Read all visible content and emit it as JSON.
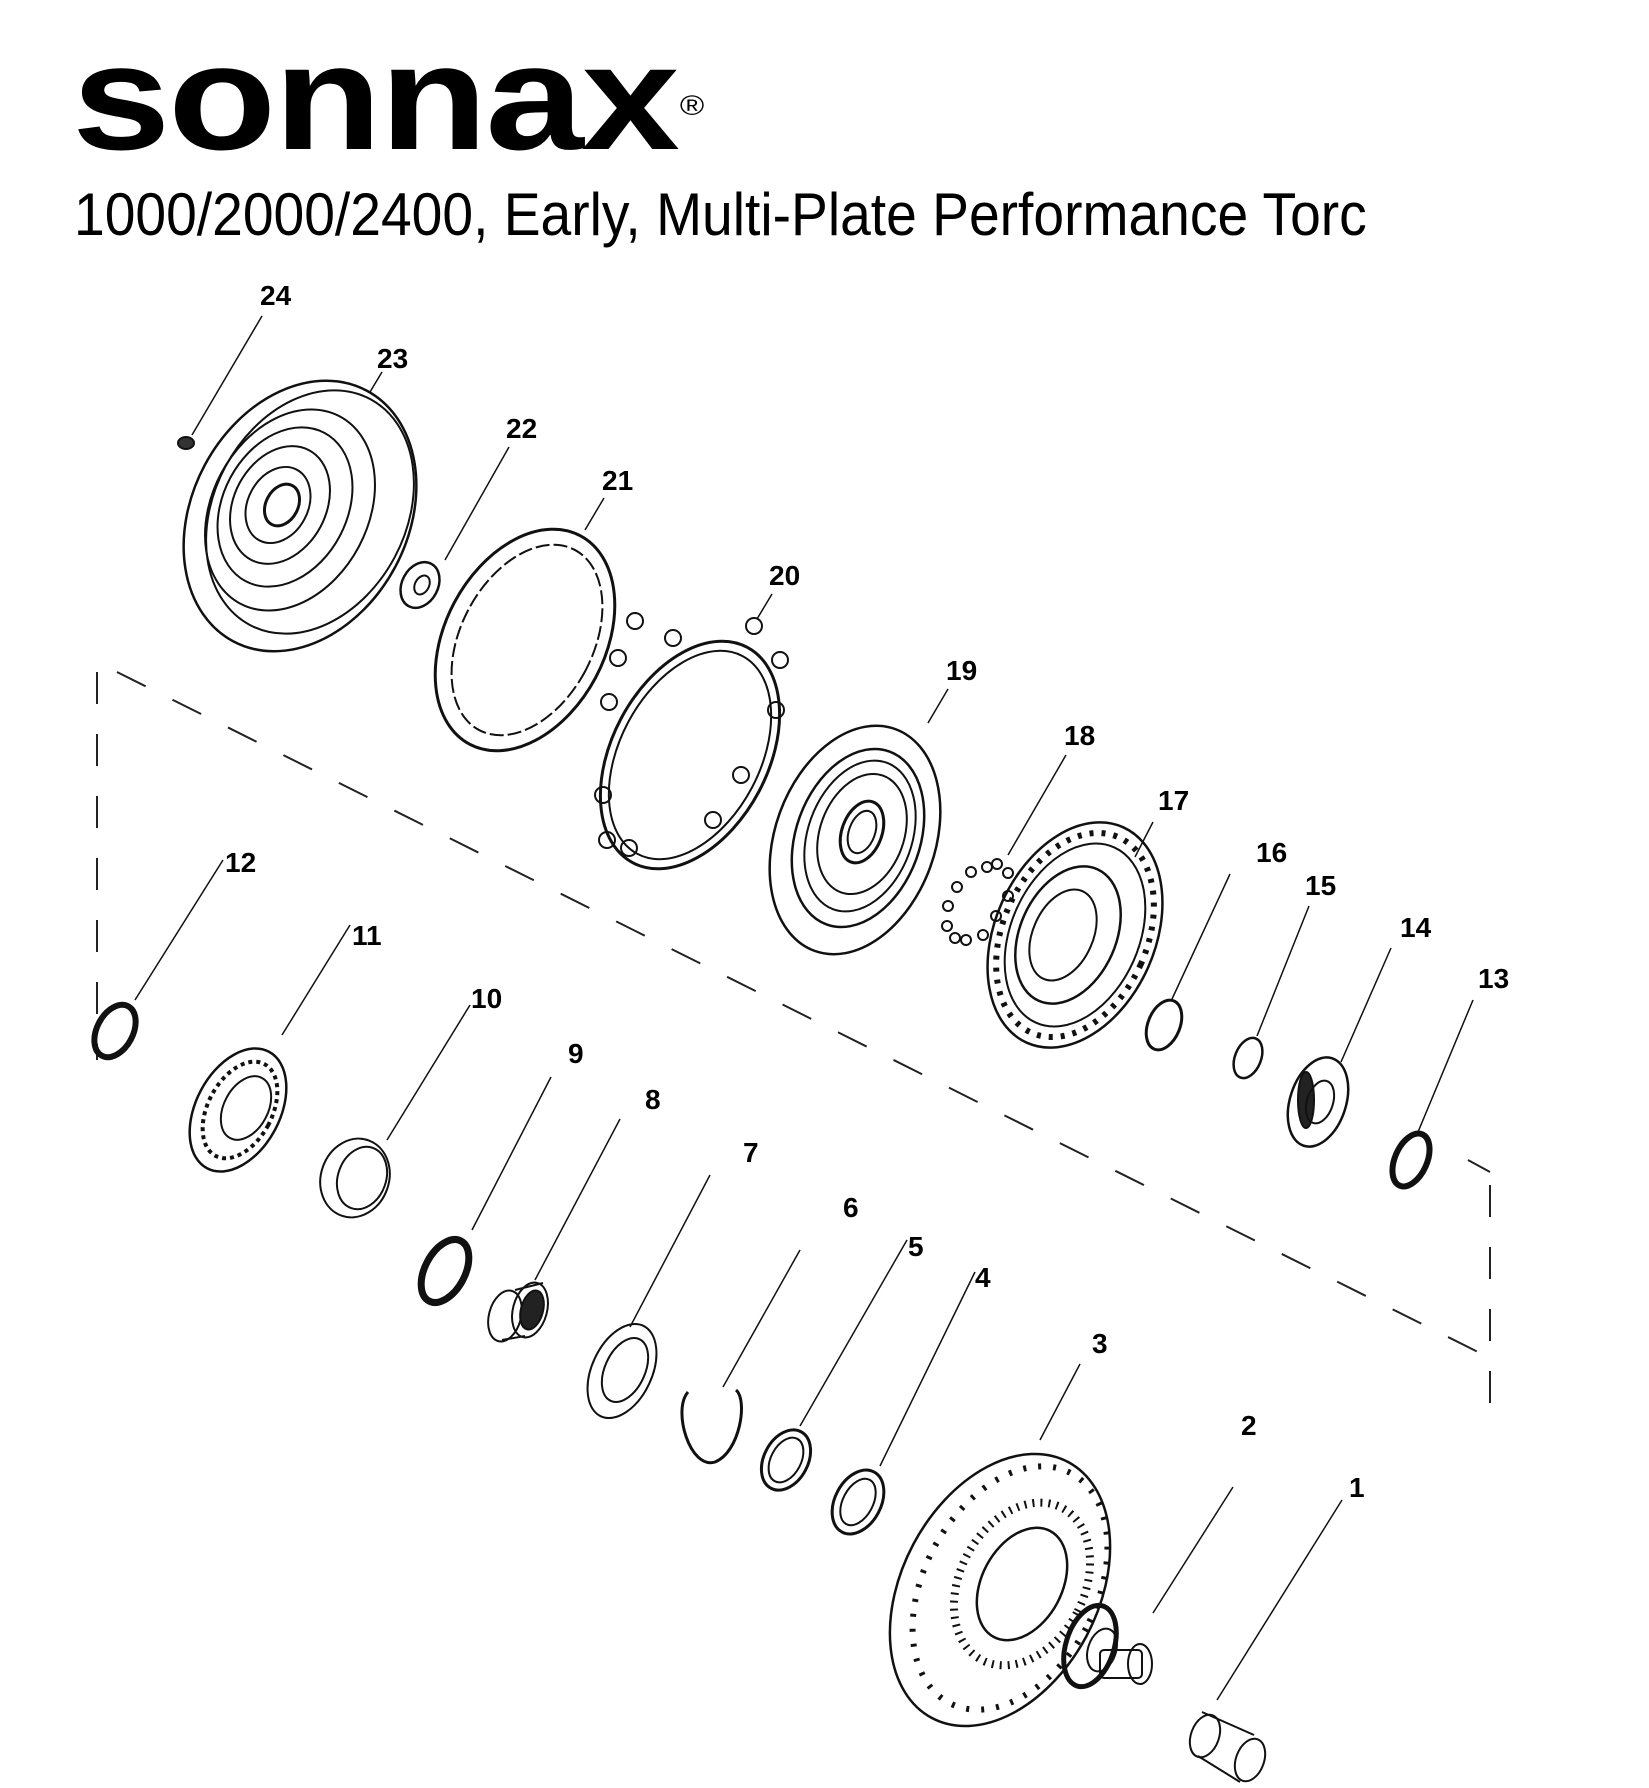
{
  "header": {
    "logo": "sonnax",
    "logo_mark": "®",
    "title": "1000/2000/2400, Early, Multi-Plate Performance  Torc"
  },
  "diagram": {
    "type": "exploded-parts-view",
    "callouts": [
      {
        "id": "1",
        "label": "1"
      },
      {
        "id": "2",
        "label": "2"
      },
      {
        "id": "3",
        "label": "3"
      },
      {
        "id": "4",
        "label": "4"
      },
      {
        "id": "5",
        "label": "5"
      },
      {
        "id": "6",
        "label": "6"
      },
      {
        "id": "7",
        "label": "7"
      },
      {
        "id": "8",
        "label": "8"
      },
      {
        "id": "9",
        "label": "9"
      },
      {
        "id": "10",
        "label": "10"
      },
      {
        "id": "11",
        "label": "11"
      },
      {
        "id": "12",
        "label": "12"
      },
      {
        "id": "13",
        "label": "13"
      },
      {
        "id": "14",
        "label": "14"
      },
      {
        "id": "15",
        "label": "15"
      },
      {
        "id": "16",
        "label": "16"
      },
      {
        "id": "17",
        "label": "17"
      },
      {
        "id": "18",
        "label": "18"
      },
      {
        "id": "19",
        "label": "19"
      },
      {
        "id": "20",
        "label": "20"
      },
      {
        "id": "21",
        "label": "21"
      },
      {
        "id": "22",
        "label": "22"
      },
      {
        "id": "23",
        "label": "23"
      },
      {
        "id": "24",
        "label": "24"
      }
    ]
  }
}
